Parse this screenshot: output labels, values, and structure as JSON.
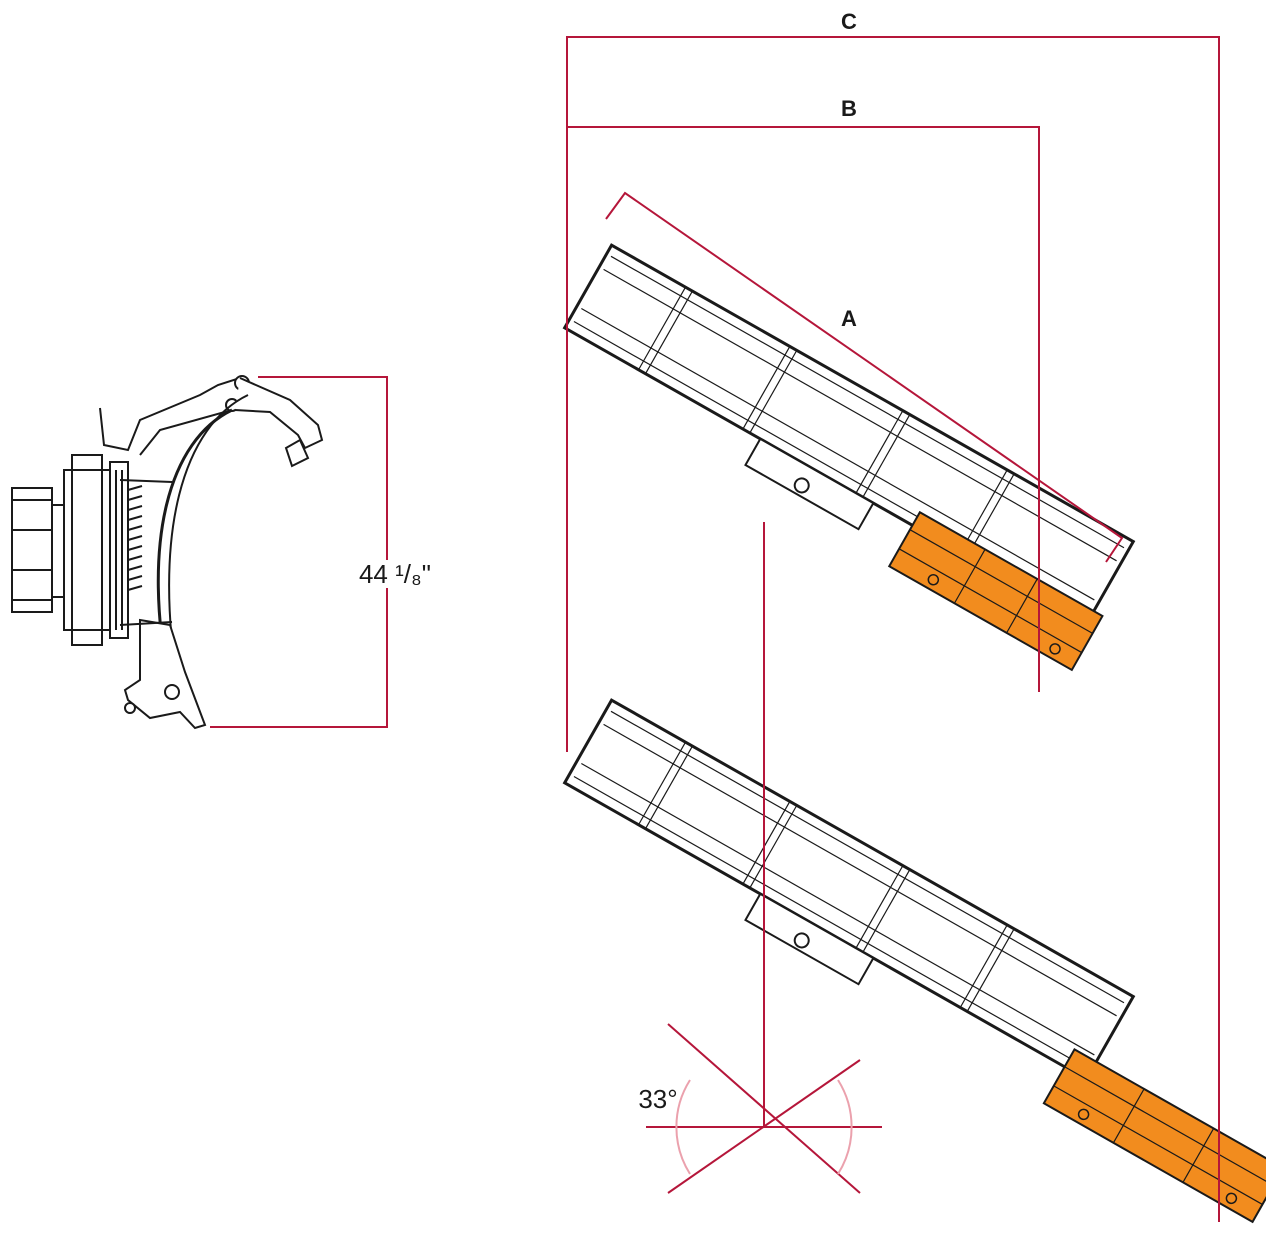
{
  "colors": {
    "dimension": "#b5163a",
    "orange": "#f28c1e",
    "outline": "#1a1a1a",
    "arc": "#eba1ad"
  },
  "labels": {
    "A": "A",
    "B": "B",
    "C": "C",
    "height": "44 ¹/₈\"",
    "angle": "33°"
  }
}
